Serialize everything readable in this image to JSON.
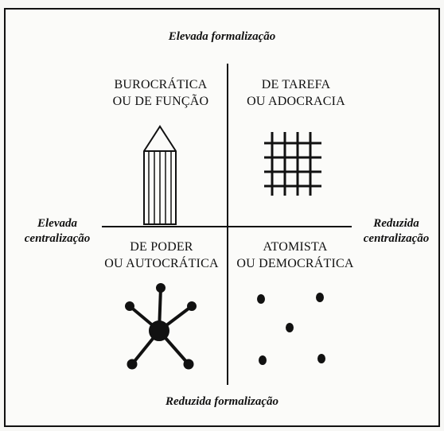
{
  "axes": {
    "top": "Elevada formalização",
    "bottom": "Reduzida formalização",
    "left": "Elevada\ncentralização",
    "right": "Reduzida\ncentralização"
  },
  "quadrants": {
    "top_left": "BUROCRÁTICA\nOU DE FUNÇÃO",
    "top_right": "DE TAREFA\nOU ADOCRACIA",
    "bottom_left": "DE PODER\nOU AUTOCRÁTICA",
    "bottom_right": "ATOMISTA\nOU DEMOCRÁTICA"
  },
  "icons": {
    "top_left": "pencil-columns-icon",
    "top_right": "grid-lattice-icon",
    "bottom_left": "star-hub-icon",
    "bottom_right": "scattered-dots-icon"
  }
}
